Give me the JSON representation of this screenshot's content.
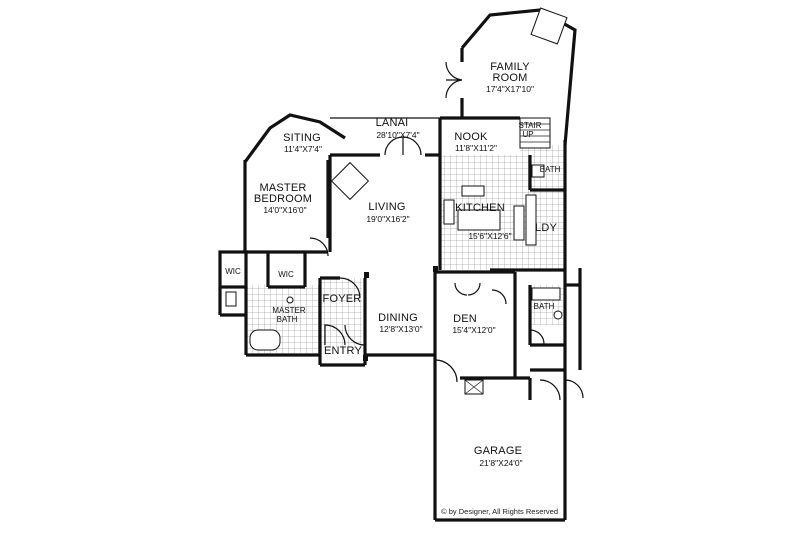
{
  "plan": {
    "rooms": [
      {
        "key": "family",
        "name": "FAMILY\nROOM",
        "dims": "17'4\"X17'10\""
      },
      {
        "key": "lanai",
        "name": "LANAI",
        "dims": "28'10\"X7'4\""
      },
      {
        "key": "nook",
        "name": "NOOK",
        "dims": "11'8\"X11'2\""
      },
      {
        "key": "sitting",
        "name": "SITING",
        "dims": "11'4\"X7'4\""
      },
      {
        "key": "master",
        "name": "MASTER\nBEDROOM",
        "dims": "14'0\"X16'0\""
      },
      {
        "key": "living",
        "name": "LIVING",
        "dims": "19'0\"X16'2\""
      },
      {
        "key": "kitchen",
        "name": "KITCHEN",
        "dims": "15'6\"X12'6\""
      },
      {
        "key": "foyer",
        "name": "FOYER",
        "dims": ""
      },
      {
        "key": "dining",
        "name": "DINING",
        "dims": "12'8\"X13'0\""
      },
      {
        "key": "den",
        "name": "DEN",
        "dims": "15'4\"X12'0\""
      },
      {
        "key": "garage",
        "name": "GARAGE",
        "dims": "21'8\"X24'0\""
      }
    ],
    "minor_labels": {
      "stair": "STAIR",
      "up": "UP",
      "bath_upper": "BATH",
      "bath_lower": "BATH",
      "ldy": "LDY",
      "wic_left": "WIC",
      "wic_right": "WIC",
      "master_bath": "MASTER\nBATH",
      "entry": "ENTRY"
    },
    "credit": "© by Designer, All Rights Reserved"
  }
}
